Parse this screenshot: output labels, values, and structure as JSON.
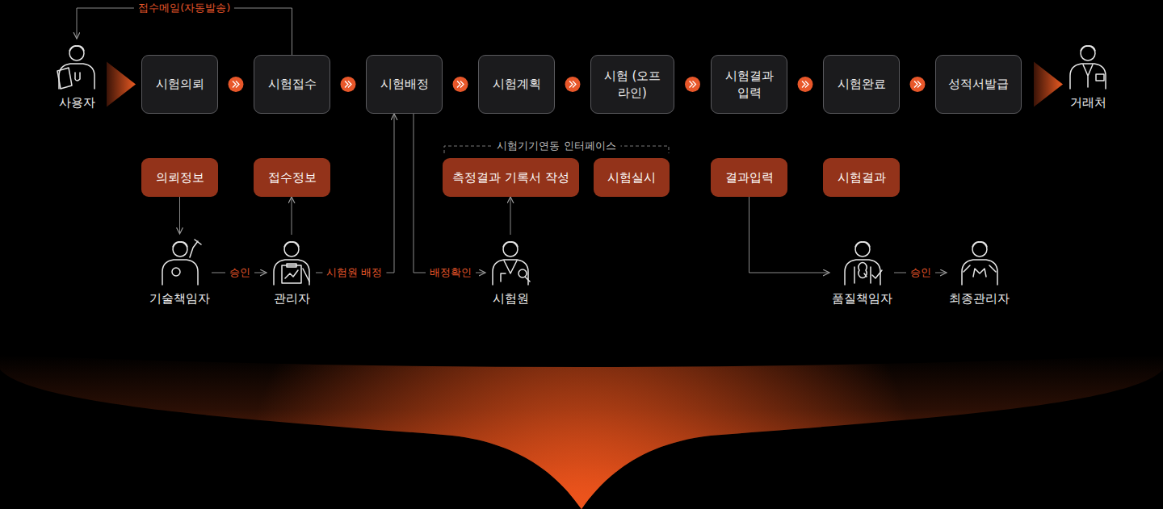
{
  "diagram": {
    "nodes": [
      {
        "text": [
          "사용자"
        ]
      },
      {
        "text": [
          "시험의뢰"
        ]
      },
      {
        "text": [
          "시험접수"
        ]
      },
      {
        "text": [
          "시험배정"
        ]
      },
      {
        "text": [
          "시험계획"
        ]
      },
      {
        "text": [
          "시험 (오프라인)"
        ]
      },
      {
        "text": [
          "시험결과 입력"
        ]
      },
      {
        "text": [
          "시험완료"
        ]
      },
      {
        "text": [
          "성적서발급"
        ]
      },
      {
        "text": [
          "거래처"
        ]
      },
      {
        "text": [
          "의뢰정보"
        ]
      },
      {
        "text": [
          "접수정보"
        ]
      },
      {
        "text": [
          "측정결과 기록서 작성"
        ]
      },
      {
        "text": [
          "시험실시"
        ]
      },
      {
        "text": [
          "결과입력"
        ]
      },
      {
        "text": [
          "시험결과"
        ]
      },
      {
        "text": [
          "기술책임자"
        ]
      },
      {
        "text": [
          "관리자"
        ]
      },
      {
        "text": [
          "시험원"
        ]
      },
      {
        "text": [
          "품질책임자"
        ]
      },
      {
        "text": [
          "최종관리자"
        ]
      }
    ],
    "edges": [
      {
        "from": 2,
        "to": 0,
        "label": "접수메일(자동발송)",
        "arrow": "to"
      },
      {
        "from": 0,
        "to": 1,
        "arrow": "to"
      },
      {
        "from": 1,
        "to": 2,
        "arrow": "to"
      },
      {
        "from": 2,
        "to": 3,
        "arrow": "to"
      },
      {
        "from": 3,
        "to": 4,
        "arrow": "to"
      },
      {
        "from": 4,
        "to": 5,
        "arrow": "to"
      },
      {
        "from": 5,
        "to": 6,
        "arrow": "to"
      },
      {
        "from": 6,
        "to": 7,
        "arrow": "to"
      },
      {
        "from": 7,
        "to": 8,
        "arrow": "to"
      },
      {
        "from": 8,
        "to": 9,
        "arrow": "to"
      },
      {
        "from": 10,
        "to": 16,
        "arrow": "to"
      },
      {
        "from": 16,
        "to": 17,
        "label": "승인",
        "arrow": "to"
      },
      {
        "from": 17,
        "to": 11,
        "arrow": "to"
      },
      {
        "from": 17,
        "to": 3,
        "label": "시험원 배정",
        "arrow": "to"
      },
      {
        "from": 3,
        "to": 18,
        "label": "배정확인",
        "arrow": "to"
      },
      {
        "from": 18,
        "to": 12,
        "arrow": "to"
      },
      {
        "from": 14,
        "to": 19,
        "arrow": "to"
      },
      {
        "from": 19,
        "to": 20,
        "label": "승인",
        "arrow": "to"
      }
    ],
    "labels": [
      "시험기기연동 인터페이스"
    ]
  }
}
